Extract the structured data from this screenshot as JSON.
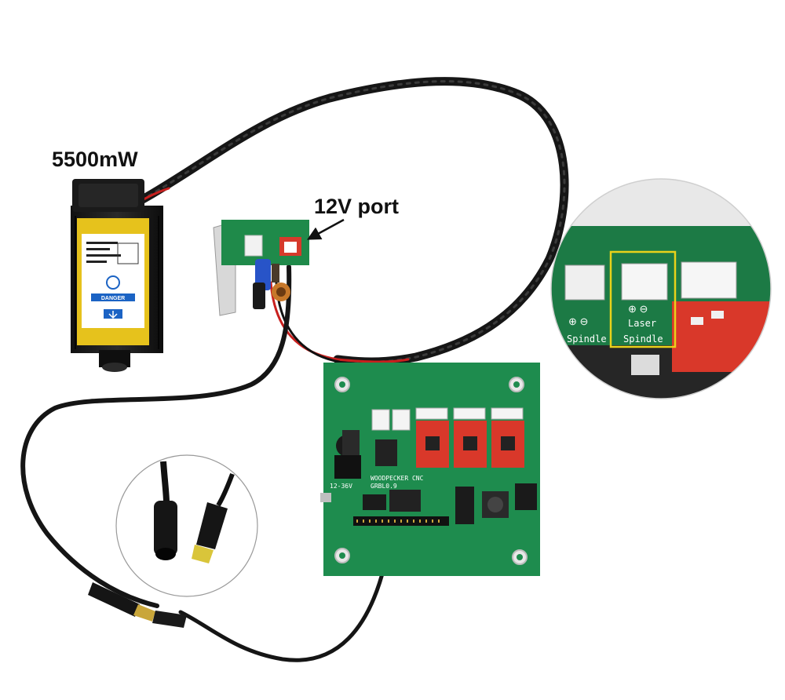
{
  "annotations": {
    "power_label": "5500mW",
    "port_label": "12V port"
  },
  "board_silkscreen": {
    "brand": "WOODPECKER CNC",
    "firmware": "GRBL0.9",
    "voltage": "12-36V"
  },
  "zoom_inset_silkscreen": {
    "left_connector": "Spindle",
    "middle_top": "Laser",
    "middle_bottom": "Spindle"
  },
  "laser_module": {
    "warning": "DANGER"
  },
  "colors": {
    "pcb_green": "#1e8c4e",
    "stepper_red": "#d9382a",
    "cable_black": "#1a1a1a",
    "highlight_yellow": "#e8d21a",
    "laser_yellow": "#e6c21c"
  },
  "icons": [
    "zoom-inset-connector",
    "zoom-inset-dc-plug",
    "arrow-to-12v-port"
  ]
}
